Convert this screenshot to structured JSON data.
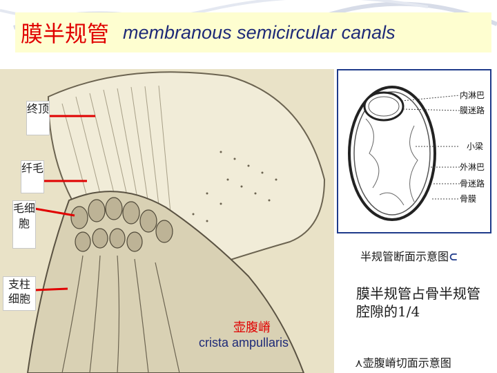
{
  "title": {
    "cn": "膜半规管",
    "en": "membranous semicircular canals"
  },
  "left_labels": [
    "终顶",
    "纤毛",
    "毛细胞",
    "支柱细胞"
  ],
  "section_diagram": {
    "labels": [
      "内淋巴",
      "膜迷路",
      "小梁",
      "外淋巴",
      "骨迷路",
      "骨膜"
    ],
    "caption": "半规管断面示意图"
  },
  "info_text": "膜半规管占骨半规管腔隙的1/4",
  "crista": {
    "cn": "壶腹嵴",
    "en": "crista ampullaris"
  },
  "bottom_caption": "壶腹嵴切面示意图",
  "icons": {
    "caption_pointer": "c-arrow-icon",
    "bottom_pointer": "caret-up-icon"
  },
  "colors": {
    "title_red": "#e00000",
    "title_blue": "#1e2a78",
    "pointer_red": "#e00000",
    "frame_blue": "#1e3a8a"
  }
}
